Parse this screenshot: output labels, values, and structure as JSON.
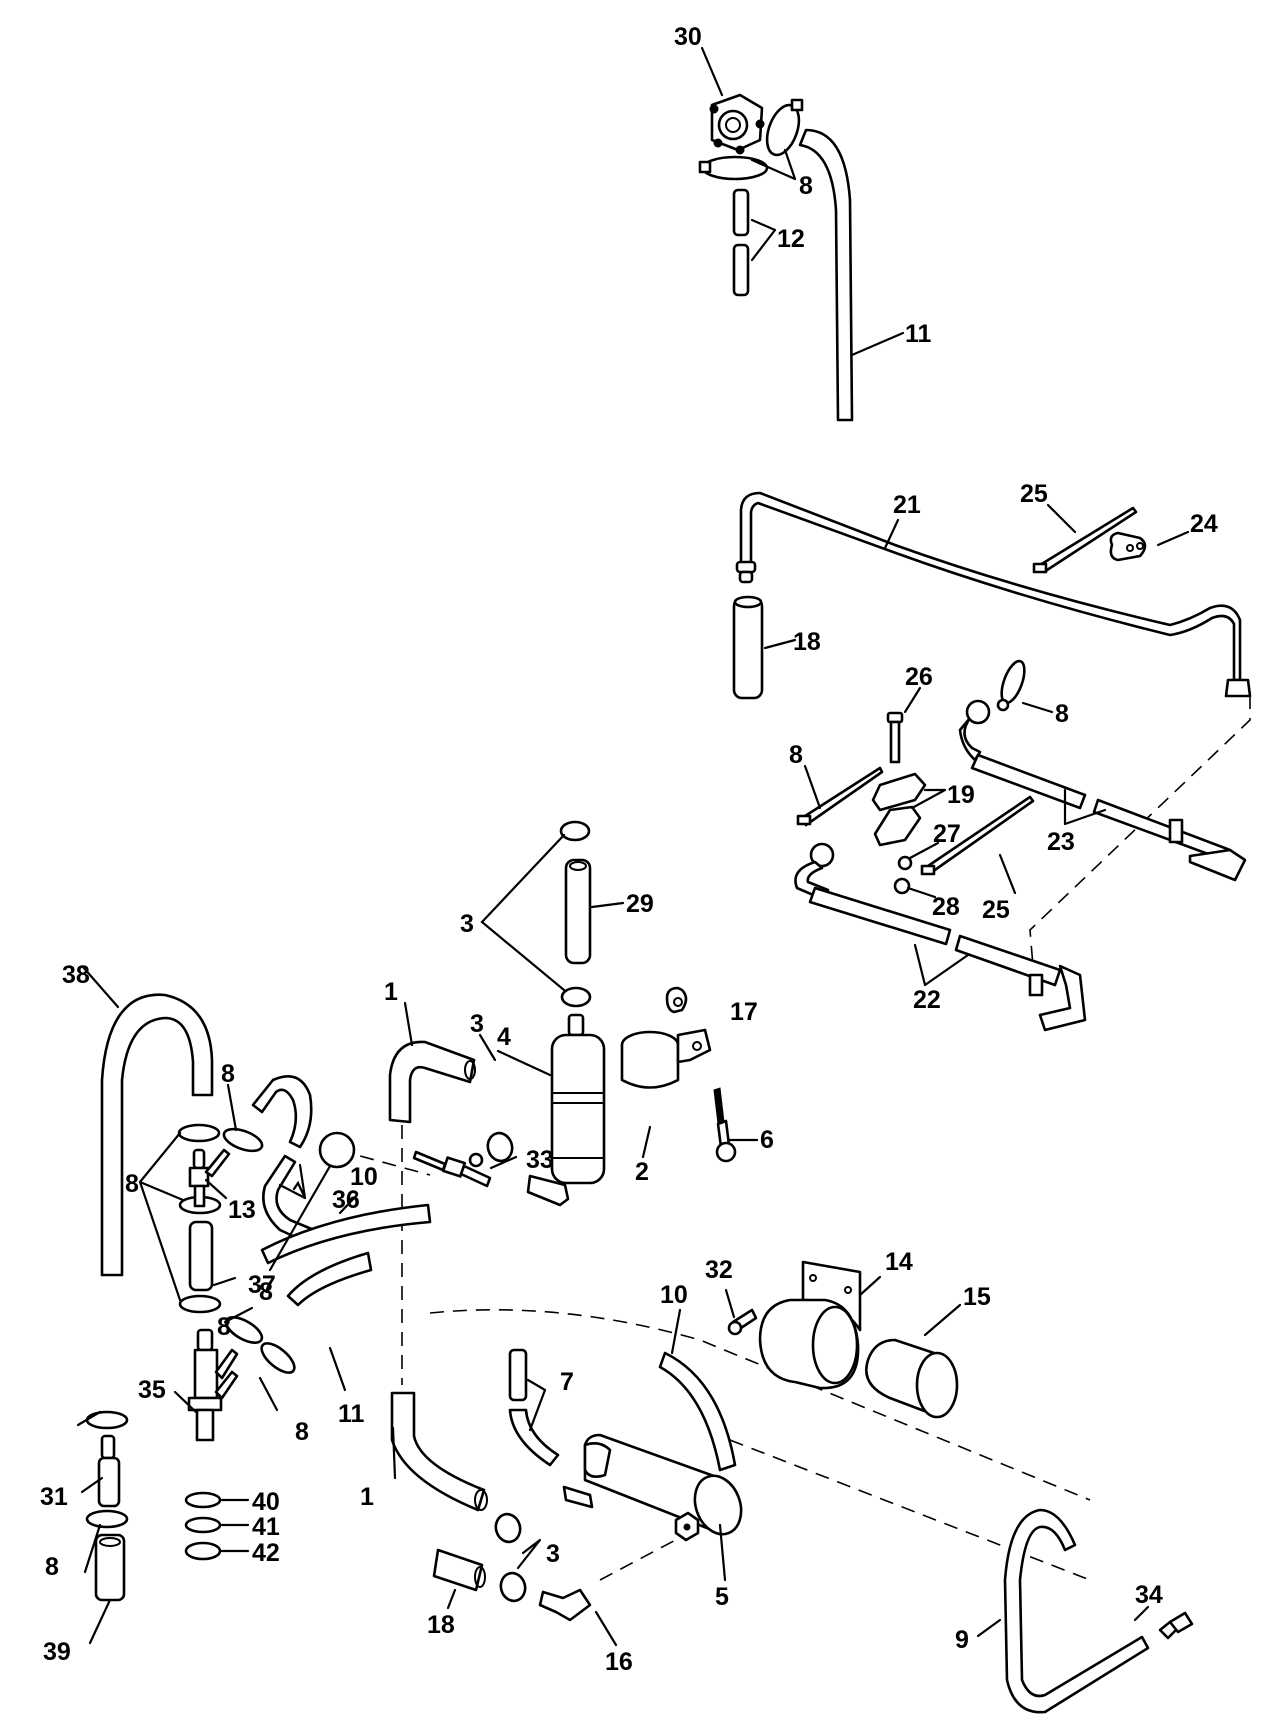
{
  "diagram": {
    "type": "exploded parts diagram",
    "subject": "fuel system / fuel lines and filter assembly",
    "background_color": "#ffffff",
    "line_color": "#000000",
    "callouts": [
      {
        "id": "c30",
        "label": "30",
        "part": "fuel pump"
      },
      {
        "id": "c8a",
        "label": "8",
        "part": "hose clamp (pair near pump)"
      },
      {
        "id": "c12",
        "label": "12",
        "part": "hose pieces (pair)"
      },
      {
        "id": "c11a",
        "label": "11",
        "part": "long fuel hose"
      },
      {
        "id": "c21",
        "label": "21",
        "part": "fuel tube"
      },
      {
        "id": "c25a",
        "label": "25",
        "part": "tie strap"
      },
      {
        "id": "c24",
        "label": "24",
        "part": "grommet"
      },
      {
        "id": "c18a",
        "label": "18",
        "part": "hose"
      },
      {
        "id": "c26",
        "label": "26",
        "part": "bolt"
      },
      {
        "id": "c8b",
        "label": "8",
        "part": "clamp"
      },
      {
        "id": "c8c",
        "label": "8",
        "part": "tie strap"
      },
      {
        "id": "c19",
        "label": "19",
        "part": "tube clamp halves"
      },
      {
        "id": "c27",
        "label": "27",
        "part": "washer"
      },
      {
        "id": "c23",
        "label": "23",
        "part": "fuel line assembly (upper)"
      },
      {
        "id": "c25b",
        "label": "25",
        "part": "tie strap"
      },
      {
        "id": "c28",
        "label": "28",
        "part": "nut"
      },
      {
        "id": "c22",
        "label": "22",
        "part": "fuel line assembly (lower)"
      },
      {
        "id": "c3a",
        "label": "3",
        "part": "clamps (pair)"
      },
      {
        "id": "c29",
        "label": "29",
        "part": "hose"
      },
      {
        "id": "c38",
        "label": "38",
        "part": "long J hose"
      },
      {
        "id": "c17",
        "label": "17",
        "part": "bushing"
      },
      {
        "id": "c4",
        "label": "4",
        "part": "fuel filter"
      },
      {
        "id": "c8d",
        "label": "8",
        "part": "clamp"
      },
      {
        "id": "c1a",
        "label": "1",
        "part": "elbow hose (upper)"
      },
      {
        "id": "c3b",
        "label": "3",
        "part": "clamp"
      },
      {
        "id": "c2",
        "label": "2",
        "part": "filter bracket"
      },
      {
        "id": "c6",
        "label": "6",
        "part": "screw"
      },
      {
        "id": "c36",
        "label": "36",
        "part": "formed hoses (pair)"
      },
      {
        "id": "c8e",
        "label": "8",
        "part": "clamps (group of four)"
      },
      {
        "id": "c13",
        "label": "13",
        "part": "tee fitting"
      },
      {
        "id": "c33",
        "label": "33",
        "part": "fitting with check valve"
      },
      {
        "id": "c37",
        "label": "37",
        "part": "hose"
      },
      {
        "id": "c8f",
        "label": "8",
        "part": "clamp"
      },
      {
        "id": "c10a",
        "label": "10",
        "part": "hose"
      },
      {
        "id": "c32",
        "label": "32",
        "part": "screw"
      },
      {
        "id": "c14",
        "label": "14",
        "part": "bracket"
      },
      {
        "id": "c10b",
        "label": "10",
        "part": "hose"
      },
      {
        "id": "c15",
        "label": "15",
        "part": "sleeve"
      },
      {
        "id": "c8g",
        "label": "8",
        "part": "clamp"
      },
      {
        "id": "c11b",
        "label": "11",
        "part": "hose"
      },
      {
        "id": "c7",
        "label": "7",
        "part": "hoses (pair)"
      },
      {
        "id": "c35",
        "label": "35",
        "part": "fitting / valve"
      },
      {
        "id": "c8h",
        "label": "8",
        "part": "clamp"
      },
      {
        "id": "c31",
        "label": "31",
        "part": "fitting"
      },
      {
        "id": "c1b",
        "label": "1",
        "part": "elbow hose (lower)"
      },
      {
        "id": "c40",
        "label": "40",
        "part": "washer"
      },
      {
        "id": "c41",
        "label": "41",
        "part": "lockwasher"
      },
      {
        "id": "c42",
        "label": "42",
        "part": "nut"
      },
      {
        "id": "c8i",
        "label": "8",
        "part": "clamp"
      },
      {
        "id": "c3c",
        "label": "3",
        "part": "clamps (pair)"
      },
      {
        "id": "c5",
        "label": "5",
        "part": "fuel filter assembly"
      },
      {
        "id": "c34",
        "label": "34",
        "part": "fitting"
      },
      {
        "id": "c39",
        "label": "39",
        "part": "hose"
      },
      {
        "id": "c18b",
        "label": "18",
        "part": "hose"
      },
      {
        "id": "c16",
        "label": "16",
        "part": "elbow fitting"
      },
      {
        "id": "c9",
        "label": "9",
        "part": "fuel hose"
      }
    ]
  }
}
